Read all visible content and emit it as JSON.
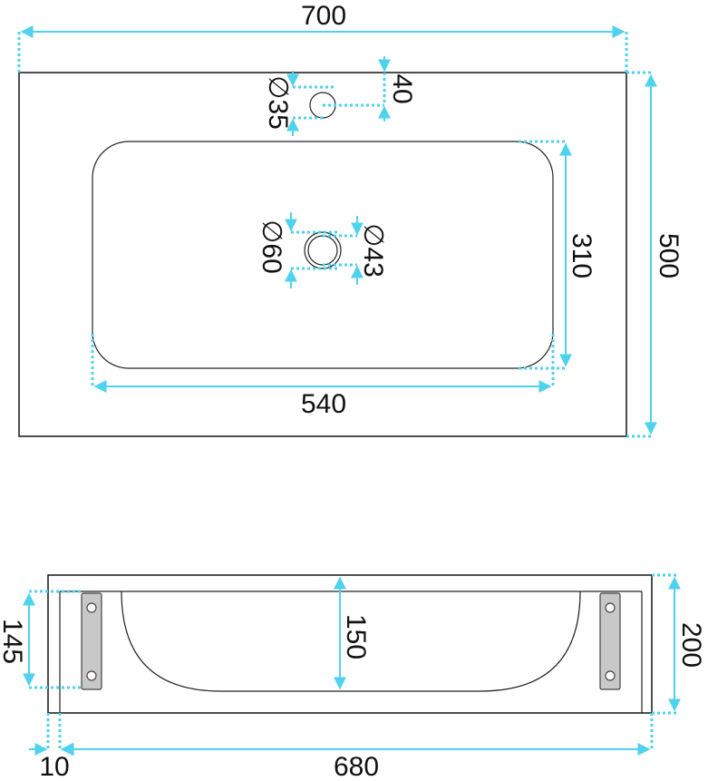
{
  "top_view": {
    "overall_width": "700",
    "overall_depth": "500",
    "bowl_width": "540",
    "bowl_depth": "310",
    "tap_hole_diameter": "∅35",
    "tap_hole_offset": "40",
    "drain_outer_diameter": "∅60",
    "drain_inner_diameter": "∅43"
  },
  "front_view": {
    "overall_height": "200",
    "bowl_height": "150",
    "bracket_height": "145",
    "side_offset": "10",
    "inner_width": "680"
  },
  "colors": {
    "dimension": "#4fd2ee",
    "outline": "#222222"
  }
}
